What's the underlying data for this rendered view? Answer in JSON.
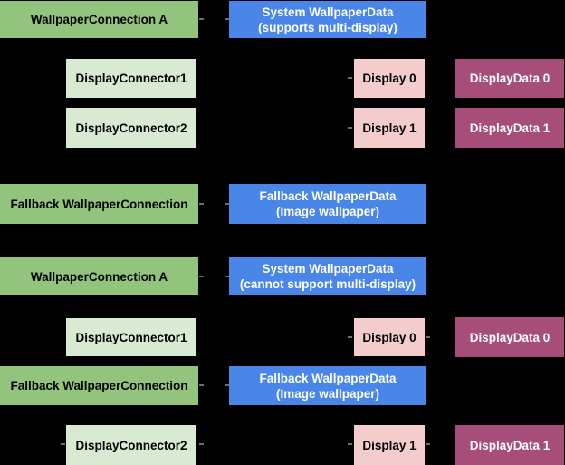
{
  "diagram": {
    "background": "#000000",
    "colors": {
      "connection_green": "#93C47D",
      "connector_light_green": "#D9EAD3",
      "data_blue": "#4A86E8",
      "display_pink": "#F4CCCC",
      "display_data_magenta": "#A64D79",
      "text_dark": "#000000",
      "text_light": "#FFFFFF"
    },
    "top_group": {
      "wallpaper_connection_a": {
        "label": "WallpaperConnection A"
      },
      "system_wallpaper_data": {
        "line1": "System WallpaperData",
        "line2": "(supports multi-display)"
      },
      "display_connector_1": {
        "label": "DisplayConnector1"
      },
      "display_0": {
        "label": "Display 0"
      },
      "display_data_0": {
        "label": "DisplayData 0"
      },
      "display_connector_2": {
        "label": "DisplayConnector2"
      },
      "display_1": {
        "label": "Display 1"
      },
      "display_data_1": {
        "label": "DisplayData 1"
      },
      "fallback_wallpaper_connection": {
        "label": "Fallback WallpaperConnection"
      },
      "fallback_wallpaper_data": {
        "line1": "Fallback WallpaperData",
        "line2": "(Image wallpaper)"
      }
    },
    "bottom_group": {
      "wallpaper_connection_a": {
        "label": "WallpaperConnection A"
      },
      "system_wallpaper_data": {
        "line1": "System WallpaperData",
        "line2": "(cannot support multi-display)"
      },
      "display_connector_1": {
        "label": "DisplayConnector1"
      },
      "display_0": {
        "label": "Display 0"
      },
      "display_data_0": {
        "label": "DisplayData 0"
      },
      "fallback_wallpaper_connection": {
        "label": "Fallback WallpaperConnection"
      },
      "fallback_wallpaper_data": {
        "line1": "Fallback WallpaperData",
        "line2": "(Image wallpaper)"
      },
      "display_connector_2": {
        "label": "DisplayConnector2"
      },
      "display_1": {
        "label": "Display 1"
      },
      "display_data_1": {
        "label": "DisplayData 1"
      }
    }
  }
}
